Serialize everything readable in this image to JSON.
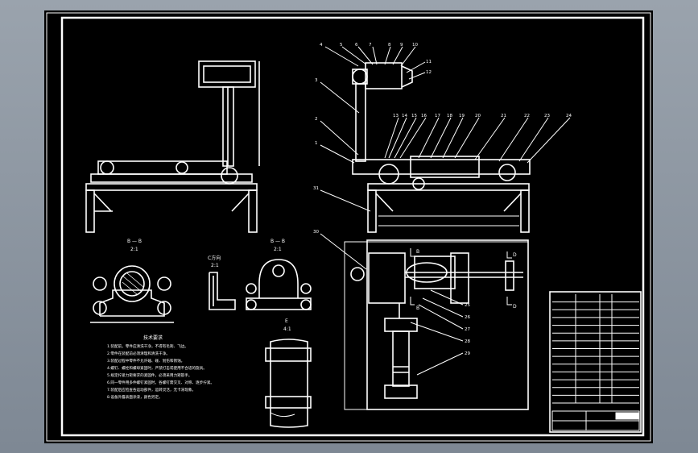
{
  "drawing": {
    "callouts_top": [
      "4",
      "5",
      "6",
      "7",
      "8",
      "9",
      "10",
      "11",
      "12"
    ],
    "callouts_mid": [
      "13",
      "14",
      "15",
      "16",
      "17",
      "18",
      "19",
      "20",
      "21",
      "22",
      "23",
      "24"
    ],
    "callouts_left": [
      "3",
      "2",
      "1",
      "31",
      "30"
    ],
    "callouts_plan": [
      "25",
      "26",
      "27",
      "28",
      "29"
    ],
    "section_b": "B — B",
    "section_b_scale": "2:1",
    "view_c": "C方向",
    "view_c_scale": "2:1",
    "section_b2": "B — B",
    "section_b2_scale": "2:1",
    "detail_e": "E",
    "detail_e_scale": "4:1",
    "section_marks": [
      "B",
      "B",
      "D",
      "D"
    ],
    "notes_title": "技术要求",
    "notes": [
      "1.装配前，零件应清洗干净，不得有毛刺、飞边。",
      "2.零件在装配前必须清理和清洗干净。",
      "3.装配过程中零件不允许磕、碰、划伤和锈蚀。",
      "4.螺钉、螺栓和螺母紧固时，严禁打击或使用不合适的旋具。",
      "5.规定拧紧力矩要求的紧固件，必须采用力矩扳手。",
      "6.同一零件用多件螺钉紧固时，各螺钉需交叉、对称、逐步拧紧。",
      "7.装配后应检查各运动部件，运转灵活，无卡滞现象。",
      "8.设备外露表面涂漆，颜色另定。"
    ]
  },
  "title_block": {
    "rows": 14
  }
}
